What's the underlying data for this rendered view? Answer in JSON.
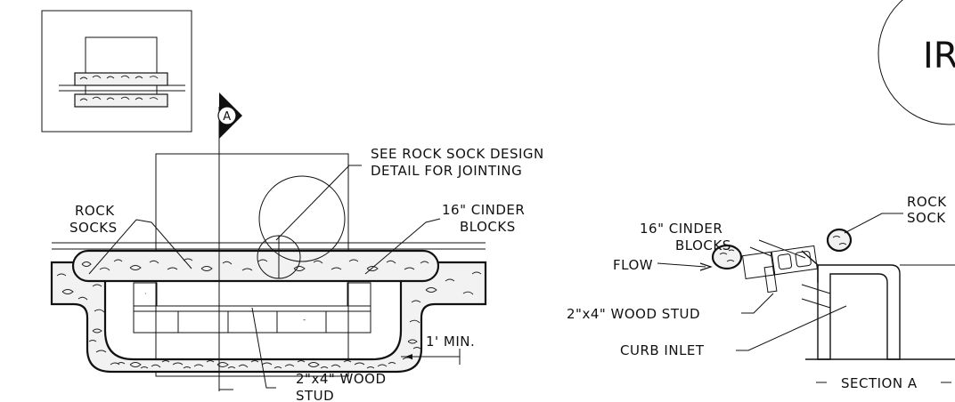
{
  "plan_view": {
    "marker_letter": "A",
    "rock_sock_detail_line1": "SEE ROCK SOCK DESIGN",
    "rock_sock_detail_line2": "DETAIL FOR JOINTING",
    "rock_socks_line1": "ROCK",
    "rock_socks_line2": "SOCKS",
    "cinder_line1": "16\" CINDER",
    "cinder_line2": "BLOCKS",
    "min_label": "1' MIN.",
    "stud_line1": "2\"x4\" WOOD",
    "stud_line2": "STUD"
  },
  "section_view": {
    "circle_text": "IR",
    "rock_line1": "ROCK",
    "rock_line2": "SOCK",
    "cinder_line1": "16\" CINDER",
    "cinder_line2": "BLOCKS",
    "flow": "FLOW",
    "stud": "2\"x4\" WOOD STUD",
    "curb_inlet": "CURB INLET",
    "section_title": "SECTION A"
  }
}
